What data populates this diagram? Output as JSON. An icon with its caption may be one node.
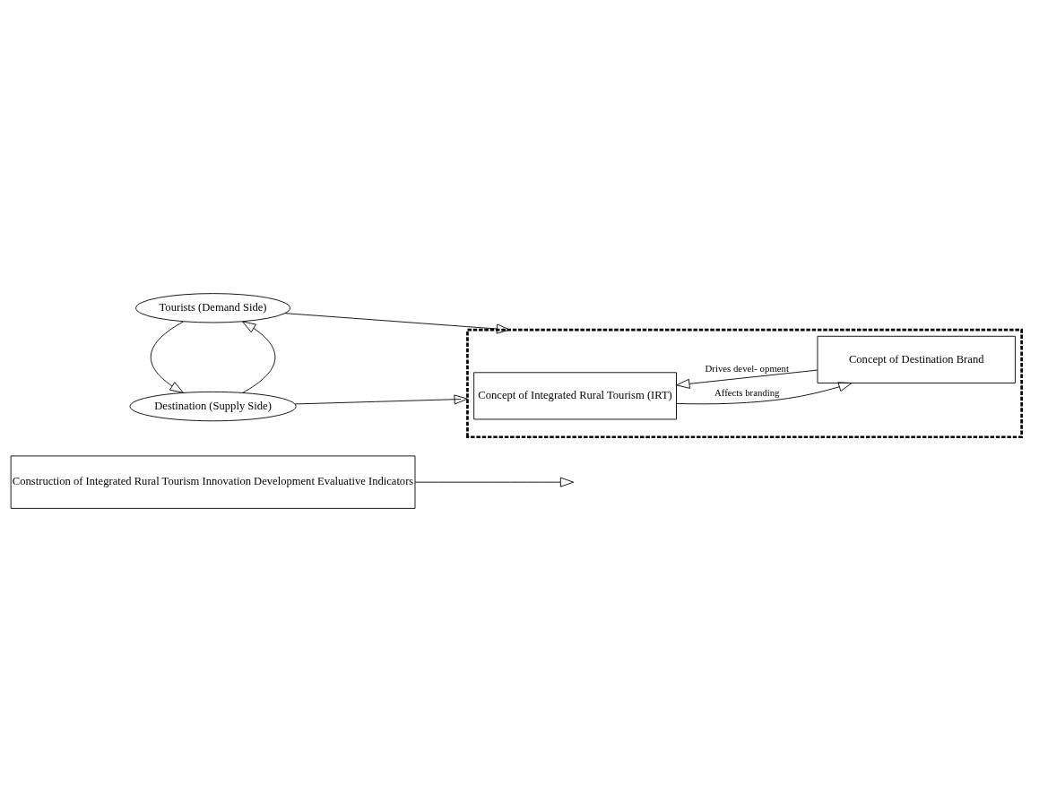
{
  "diagram": {
    "nodes": [
      {
        "text": [
          "Construction of Integrated Rural Tourism Innovation Development Evaluative Indicators"
        ]
      },
      {
        "text": [
          "Destination (Supply Side)"
        ]
      },
      {
        "text": [
          "Tourists (Demand Side)"
        ]
      },
      {
        "text": [],
        "shape": "box"
      },
      {
        "text": [
          "Concept of Integrated Rural Tourism (IRT)"
        ],
        "in": 3
      },
      {
        "text": [
          "Concept of Destination Brand"
        ],
        "in": 3
      }
    ],
    "edges": [
      {
        "from": 0,
        "to": null,
        "arrow": "to"
      },
      {
        "from": 1,
        "to": 2,
        "arrow": "to"
      },
      {
        "from": 2,
        "to": 1,
        "arrow": "to"
      },
      {
        "from": 1,
        "to": 3,
        "arrow": "to"
      },
      {
        "from": 2,
        "to": 3,
        "arrow": "to"
      },
      {
        "from": 4,
        "to": 5,
        "arrow": "to",
        "label": "Affects branding"
      },
      {
        "from": 5,
        "to": 4,
        "arrow": "to",
        "label": "Drives devel- opment"
      }
    ]
  }
}
